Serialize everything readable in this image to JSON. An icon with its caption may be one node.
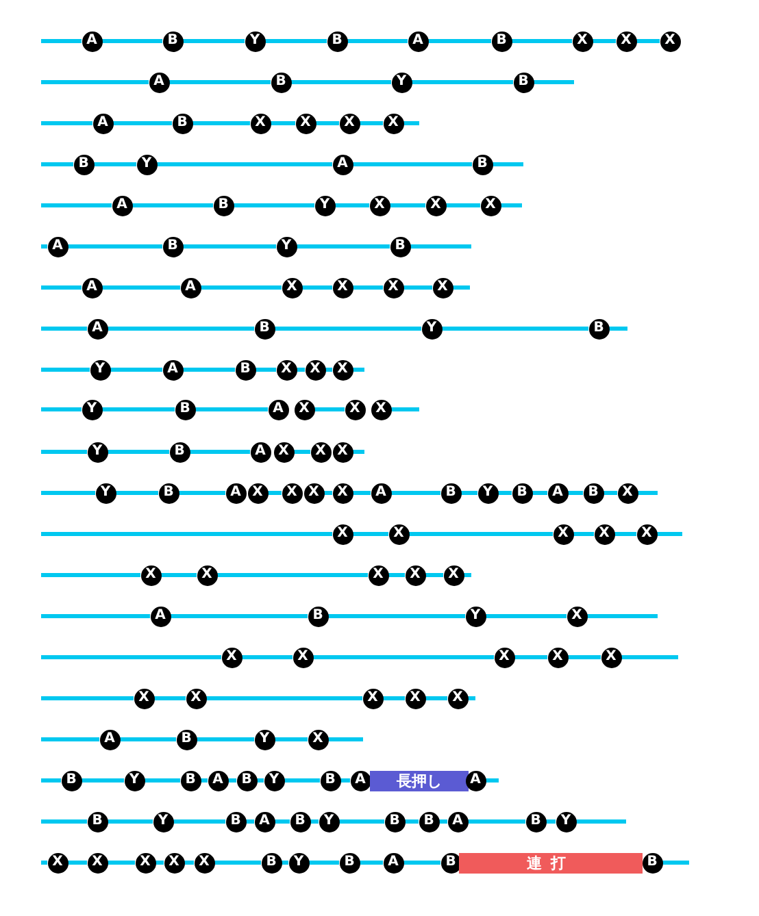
{
  "diagram": {
    "nodes": [
      {
        "text": [
          "A"
        ]
      },
      {
        "text": [
          "B"
        ]
      },
      {
        "text": [
          "Y"
        ]
      },
      {
        "text": [
          "B"
        ]
      },
      {
        "text": [
          "A"
        ]
      },
      {
        "text": [
          "B"
        ]
      },
      {
        "text": [
          "X"
        ]
      },
      {
        "text": [
          "X"
        ]
      },
      {
        "text": [
          "X"
        ]
      },
      {
        "text": [
          "A"
        ]
      },
      {
        "text": [
          "B"
        ]
      },
      {
        "text": [
          "Y"
        ]
      },
      {
        "text": [
          "B"
        ]
      },
      {
        "text": [
          "A"
        ]
      },
      {
        "text": [
          "B"
        ]
      },
      {
        "text": [
          "X"
        ]
      },
      {
        "text": [
          "X"
        ]
      },
      {
        "text": [
          "X"
        ]
      },
      {
        "text": [
          "X"
        ]
      },
      {
        "text": [
          "B"
        ]
      },
      {
        "text": [
          "Y"
        ]
      },
      {
        "text": [
          "A"
        ]
      },
      {
        "text": [
          "B"
        ]
      },
      {
        "text": [
          "A"
        ]
      },
      {
        "text": [
          "B"
        ]
      },
      {
        "text": [
          "Y"
        ]
      },
      {
        "text": [
          "X"
        ]
      },
      {
        "text": [
          "X"
        ]
      },
      {
        "text": [
          "X"
        ]
      },
      {
        "text": [
          "A"
        ]
      },
      {
        "text": [
          "B"
        ]
      },
      {
        "text": [
          "Y"
        ]
      },
      {
        "text": [
          "B"
        ]
      },
      {
        "text": [
          "A"
        ]
      },
      {
        "text": [
          "A"
        ]
      },
      {
        "text": [
          "X"
        ]
      },
      {
        "text": [
          "X"
        ]
      },
      {
        "text": [
          "X"
        ]
      },
      {
        "text": [
          "X"
        ]
      },
      {
        "text": [
          "A"
        ]
      },
      {
        "text": [
          "B"
        ]
      },
      {
        "text": [
          "Y"
        ]
      },
      {
        "text": [
          "B"
        ]
      },
      {
        "text": [
          "Y"
        ]
      },
      {
        "text": [
          "A"
        ]
      },
      {
        "text": [
          "B"
        ]
      },
      {
        "text": [
          "X"
        ]
      },
      {
        "text": [
          "X"
        ]
      },
      {
        "text": [
          "X"
        ]
      },
      {
        "text": [
          "Y"
        ]
      },
      {
        "text": [
          "B"
        ]
      },
      {
        "text": [
          "A"
        ]
      },
      {
        "text": [
          "X"
        ]
      },
      {
        "text": [
          "X"
        ]
      },
      {
        "text": [
          "X"
        ]
      },
      {
        "text": [
          "Y"
        ]
      },
      {
        "text": [
          "B"
        ]
      },
      {
        "text": [
          "A"
        ]
      },
      {
        "text": [
          "X"
        ]
      },
      {
        "text": [
          "X"
        ]
      },
      {
        "text": [
          "X"
        ]
      },
      {
        "text": [
          "Y"
        ]
      },
      {
        "text": [
          "B"
        ]
      },
      {
        "text": [
          "A"
        ]
      },
      {
        "text": [
          "X"
        ]
      },
      {
        "text": [
          "X"
        ]
      },
      {
        "text": [
          "X"
        ]
      },
      {
        "text": [
          "X"
        ]
      },
      {
        "text": [
          "A"
        ]
      },
      {
        "text": [
          "B"
        ]
      },
      {
        "text": [
          "Y"
        ]
      },
      {
        "text": [
          "B"
        ]
      },
      {
        "text": [
          "A"
        ]
      },
      {
        "text": [
          "B"
        ]
      },
      {
        "text": [
          "X"
        ]
      },
      {
        "text": [
          "X"
        ]
      },
      {
        "text": [
          "X"
        ]
      },
      {
        "text": [
          "X"
        ]
      },
      {
        "text": [
          "X"
        ]
      },
      {
        "text": [
          "X"
        ]
      },
      {
        "text": [
          "X"
        ]
      },
      {
        "text": [
          "X"
        ]
      },
      {
        "text": [
          "X"
        ]
      },
      {
        "text": [
          "X"
        ]
      },
      {
        "text": [
          "X"
        ]
      },
      {
        "text": [
          "A"
        ]
      },
      {
        "text": [
          "B"
        ]
      },
      {
        "text": [
          "Y"
        ]
      },
      {
        "text": [
          "X"
        ]
      },
      {
        "text": [
          "X"
        ]
      },
      {
        "text": [
          "X"
        ]
      },
      {
        "text": [
          "X"
        ]
      },
      {
        "text": [
          "X"
        ]
      },
      {
        "text": [
          "X"
        ]
      },
      {
        "text": [
          "X"
        ]
      },
      {
        "text": [
          "X"
        ]
      },
      {
        "text": [
          "X"
        ]
      },
      {
        "text": [
          "X"
        ]
      },
      {
        "text": [
          "X"
        ]
      },
      {
        "text": [
          "A"
        ]
      },
      {
        "text": [
          "B"
        ]
      },
      {
        "text": [
          "Y"
        ]
      },
      {
        "text": [
          "X"
        ]
      },
      {
        "text": [
          "B"
        ]
      },
      {
        "text": [
          "Y"
        ]
      },
      {
        "text": [
          "B"
        ]
      },
      {
        "text": [
          "A"
        ]
      },
      {
        "text": [
          "B"
        ]
      },
      {
        "text": [
          "Y"
        ]
      },
      {
        "text": [
          "B"
        ]
      },
      {
        "text": [
          "A"
        ]
      },
      {
        "text": [
          "長押し"
        ]
      },
      {
        "text": [
          "A"
        ]
      },
      {
        "text": [
          "B"
        ]
      },
      {
        "text": [
          "Y"
        ]
      },
      {
        "text": [
          "B"
        ]
      },
      {
        "text": [
          "A"
        ]
      },
      {
        "text": [
          "B"
        ]
      },
      {
        "text": [
          "Y"
        ]
      },
      {
        "text": [
          "B"
        ]
      },
      {
        "text": [
          "B"
        ]
      },
      {
        "text": [
          "A"
        ]
      },
      {
        "text": [
          "B"
        ]
      },
      {
        "text": [
          "Y"
        ]
      },
      {
        "text": [
          "X"
        ]
      },
      {
        "text": [
          "X"
        ]
      },
      {
        "text": [
          "X"
        ]
      },
      {
        "text": [
          "X"
        ]
      },
      {
        "text": [
          "X"
        ]
      },
      {
        "text": [
          "B"
        ]
      },
      {
        "text": [
          "Y"
        ]
      },
      {
        "text": [
          "B"
        ]
      },
      {
        "text": [
          "A"
        ]
      },
      {
        "text": [
          "B"
        ]
      },
      {
        "text": [
          "連打"
        ]
      },
      {
        "text": [
          "B"
        ]
      }
    ],
    "edges": [
      {
        "from": null,
        "to": 0,
        "arrow": "none"
      },
      {
        "from": 0,
        "to": 1,
        "arrow": "none"
      },
      {
        "from": 1,
        "to": 2,
        "arrow": "none"
      },
      {
        "from": 2,
        "to": 3,
        "arrow": "none"
      },
      {
        "from": 3,
        "to": 4,
        "arrow": "none"
      },
      {
        "from": 4,
        "to": 5,
        "arrow": "none"
      },
      {
        "from": 5,
        "to": 6,
        "arrow": "none"
      },
      {
        "from": 6,
        "to": 7,
        "arrow": "none"
      },
      {
        "from": 7,
        "to": 8,
        "arrow": "none"
      },
      {
        "from": null,
        "to": 9,
        "arrow": "none"
      },
      {
        "from": 9,
        "to": 10,
        "arrow": "none"
      },
      {
        "from": 10,
        "to": 11,
        "arrow": "none"
      },
      {
        "from": 11,
        "to": 12,
        "arrow": "none"
      },
      {
        "from": 12,
        "to": null,
        "arrow": "none"
      },
      {
        "from": null,
        "to": 13,
        "arrow": "none"
      },
      {
        "from": 13,
        "to": 14,
        "arrow": "none"
      },
      {
        "from": 14,
        "to": 15,
        "arrow": "none"
      },
      {
        "from": 15,
        "to": 16,
        "arrow": "none"
      },
      {
        "from": 16,
        "to": 17,
        "arrow": "none"
      },
      {
        "from": 17,
        "to": 18,
        "arrow": "none"
      },
      {
        "from": 18,
        "to": null,
        "arrow": "none"
      },
      {
        "from": null,
        "to": 19,
        "arrow": "none"
      },
      {
        "from": 19,
        "to": 20,
        "arrow": "none"
      },
      {
        "from": 20,
        "to": 21,
        "arrow": "none"
      },
      {
        "from": 21,
        "to": 22,
        "arrow": "none"
      },
      {
        "from": 22,
        "to": null,
        "arrow": "none"
      },
      {
        "from": null,
        "to": 23,
        "arrow": "none"
      },
      {
        "from": 23,
        "to": 24,
        "arrow": "none"
      },
      {
        "from": 24,
        "to": 25,
        "arrow": "none"
      },
      {
        "from": 25,
        "to": 26,
        "arrow": "none"
      },
      {
        "from": 26,
        "to": 27,
        "arrow": "none"
      },
      {
        "from": 27,
        "to": 28,
        "arrow": "none"
      },
      {
        "from": 28,
        "to": null,
        "arrow": "none"
      },
      {
        "from": null,
        "to": 29,
        "arrow": "none"
      },
      {
        "from": 29,
        "to": 30,
        "arrow": "none"
      },
      {
        "from": 30,
        "to": 31,
        "arrow": "none"
      },
      {
        "from": 31,
        "to": 32,
        "arrow": "none"
      },
      {
        "from": 32,
        "to": null,
        "arrow": "none"
      },
      {
        "from": null,
        "to": 33,
        "arrow": "none"
      },
      {
        "from": 33,
        "to": 34,
        "arrow": "none"
      },
      {
        "from": 34,
        "to": 35,
        "arrow": "none"
      },
      {
        "from": 35,
        "to": 36,
        "arrow": "none"
      },
      {
        "from": 36,
        "to": 37,
        "arrow": "none"
      },
      {
        "from": 37,
        "to": 38,
        "arrow": "none"
      },
      {
        "from": 38,
        "to": null,
        "arrow": "none"
      },
      {
        "from": null,
        "to": 39,
        "arrow": "none"
      },
      {
        "from": 39,
        "to": 40,
        "arrow": "none"
      },
      {
        "from": 40,
        "to": 41,
        "arrow": "none"
      },
      {
        "from": 41,
        "to": 42,
        "arrow": "none"
      },
      {
        "from": 42,
        "to": null,
        "arrow": "none"
      },
      {
        "from": null,
        "to": 43,
        "arrow": "none"
      },
      {
        "from": 43,
        "to": 44,
        "arrow": "none"
      },
      {
        "from": 44,
        "to": 45,
        "arrow": "none"
      },
      {
        "from": 45,
        "to": 46,
        "arrow": "none"
      },
      {
        "from": 46,
        "to": 47,
        "arrow": "none"
      },
      {
        "from": 47,
        "to": 48,
        "arrow": "none"
      },
      {
        "from": 48,
        "to": null,
        "arrow": "none"
      },
      {
        "from": null,
        "to": 49,
        "arrow": "none"
      },
      {
        "from": 49,
        "to": 50,
        "arrow": "none"
      },
      {
        "from": 50,
        "to": 51,
        "arrow": "none"
      },
      {
        "from": 52,
        "to": 53,
        "arrow": "none"
      },
      {
        "from": 54,
        "to": null,
        "arrow": "none"
      },
      {
        "from": null,
        "to": 55,
        "arrow": "none"
      },
      {
        "from": 55,
        "to": 56,
        "arrow": "none"
      },
      {
        "from": 56,
        "to": 57,
        "arrow": "none"
      },
      {
        "from": 58,
        "to": 59,
        "arrow": "none"
      },
      {
        "from": 60,
        "to": null,
        "arrow": "none"
      },
      {
        "from": null,
        "to": 61,
        "arrow": "none"
      },
      {
        "from": 61,
        "to": 62,
        "arrow": "none"
      },
      {
        "from": 62,
        "to": 63,
        "arrow": "none"
      },
      {
        "from": 64,
        "to": 65,
        "arrow": "none"
      },
      {
        "from": 66,
        "to": 67,
        "arrow": "none"
      },
      {
        "from": 67,
        "to": 68,
        "arrow": "none"
      },
      {
        "from": 68,
        "to": 69,
        "arrow": "none"
      },
      {
        "from": 69,
        "to": 70,
        "arrow": "none"
      },
      {
        "from": 70,
        "to": 71,
        "arrow": "none"
      },
      {
        "from": 71,
        "to": 72,
        "arrow": "none"
      },
      {
        "from": 72,
        "to": 73,
        "arrow": "none"
      },
      {
        "from": 73,
        "to": 74,
        "arrow": "none"
      },
      {
        "from": 74,
        "to": null,
        "arrow": "none"
      },
      {
        "from": null,
        "to": 75,
        "arrow": "none"
      },
      {
        "from": 75,
        "to": 76,
        "arrow": "none"
      },
      {
        "from": 76,
        "to": 77,
        "arrow": "none"
      },
      {
        "from": 77,
        "to": 78,
        "arrow": "none"
      },
      {
        "from": 78,
        "to": 79,
        "arrow": "none"
      },
      {
        "from": 79,
        "to": null,
        "arrow": "none"
      },
      {
        "from": null,
        "to": 80,
        "arrow": "none"
      },
      {
        "from": 80,
        "to": 81,
        "arrow": "none"
      },
      {
        "from": 81,
        "to": 82,
        "arrow": "none"
      },
      {
        "from": 82,
        "to": 83,
        "arrow": "none"
      },
      {
        "from": 83,
        "to": 84,
        "arrow": "none"
      },
      {
        "from": 84,
        "to": null,
        "arrow": "none"
      },
      {
        "from": null,
        "to": 85,
        "arrow": "none"
      },
      {
        "from": 85,
        "to": 86,
        "arrow": "none"
      },
      {
        "from": 86,
        "to": 87,
        "arrow": "none"
      },
      {
        "from": 87,
        "to": 88,
        "arrow": "none"
      },
      {
        "from": 88,
        "to": null,
        "arrow": "none"
      },
      {
        "from": null,
        "to": 89,
        "arrow": "none"
      },
      {
        "from": 89,
        "to": 90,
        "arrow": "none"
      },
      {
        "from": 90,
        "to": 91,
        "arrow": "none"
      },
      {
        "from": 91,
        "to": 92,
        "arrow": "none"
      },
      {
        "from": 92,
        "to": 93,
        "arrow": "none"
      },
      {
        "from": 93,
        "to": null,
        "arrow": "none"
      },
      {
        "from": null,
        "to": 94,
        "arrow": "none"
      },
      {
        "from": 94,
        "to": 95,
        "arrow": "none"
      },
      {
        "from": 95,
        "to": 96,
        "arrow": "none"
      },
      {
        "from": 96,
        "to": 97,
        "arrow": "none"
      },
      {
        "from": 97,
        "to": 98,
        "arrow": "none"
      },
      {
        "from": 98,
        "to": null,
        "arrow": "none"
      },
      {
        "from": null,
        "to": 99,
        "arrow": "none"
      },
      {
        "from": 99,
        "to": 100,
        "arrow": "none"
      },
      {
        "from": 100,
        "to": 101,
        "arrow": "none"
      },
      {
        "from": 101,
        "to": 102,
        "arrow": "none"
      },
      {
        "from": 102,
        "to": null,
        "arrow": "none"
      },
      {
        "from": null,
        "to": 103,
        "arrow": "none"
      },
      {
        "from": 103,
        "to": 104,
        "arrow": "none"
      },
      {
        "from": 104,
        "to": 105,
        "arrow": "none"
      },
      {
        "from": 105,
        "to": 106,
        "arrow": "none"
      },
      {
        "from": 106,
        "to": 107,
        "arrow": "none"
      },
      {
        "from": 107,
        "to": 108,
        "arrow": "none"
      },
      {
        "from": 108,
        "to": 109,
        "arrow": "none"
      },
      {
        "from": 109,
        "to": 110,
        "arrow": "none"
      },
      {
        "from": 112,
        "to": null,
        "arrow": "none"
      },
      {
        "from": null,
        "to": 113,
        "arrow": "none"
      },
      {
        "from": 113,
        "to": 114,
        "arrow": "none"
      },
      {
        "from": 114,
        "to": 115,
        "arrow": "none"
      },
      {
        "from": 115,
        "to": 116,
        "arrow": "none"
      },
      {
        "from": 116,
        "to": 117,
        "arrow": "none"
      },
      {
        "from": 117,
        "to": 118,
        "arrow": "none"
      },
      {
        "from": 118,
        "to": 119,
        "arrow": "none"
      },
      {
        "from": 119,
        "to": 120,
        "arrow": "none"
      },
      {
        "from": 120,
        "to": 121,
        "arrow": "none"
      },
      {
        "from": 121,
        "to": 122,
        "arrow": "none"
      },
      {
        "from": 122,
        "to": 123,
        "arrow": "none"
      },
      {
        "from": 123,
        "to": null,
        "arrow": "none"
      },
      {
        "from": null,
        "to": 124,
        "arrow": "none"
      },
      {
        "from": 124,
        "to": 125,
        "arrow": "none"
      },
      {
        "from": 125,
        "to": 126,
        "arrow": "none"
      },
      {
        "from": 126,
        "to": 127,
        "arrow": "none"
      },
      {
        "from": 127,
        "to": 128,
        "arrow": "none"
      },
      {
        "from": 128,
        "to": 129,
        "arrow": "none"
      },
      {
        "from": 129,
        "to": 130,
        "arrow": "none"
      },
      {
        "from": 130,
        "to": 131,
        "arrow": "none"
      },
      {
        "from": 131,
        "to": 132,
        "arrow": "none"
      },
      {
        "from": 132,
        "to": 133,
        "arrow": "none"
      },
      {
        "from": 135,
        "to": null,
        "arrow": "none"
      }
    ]
  }
}
